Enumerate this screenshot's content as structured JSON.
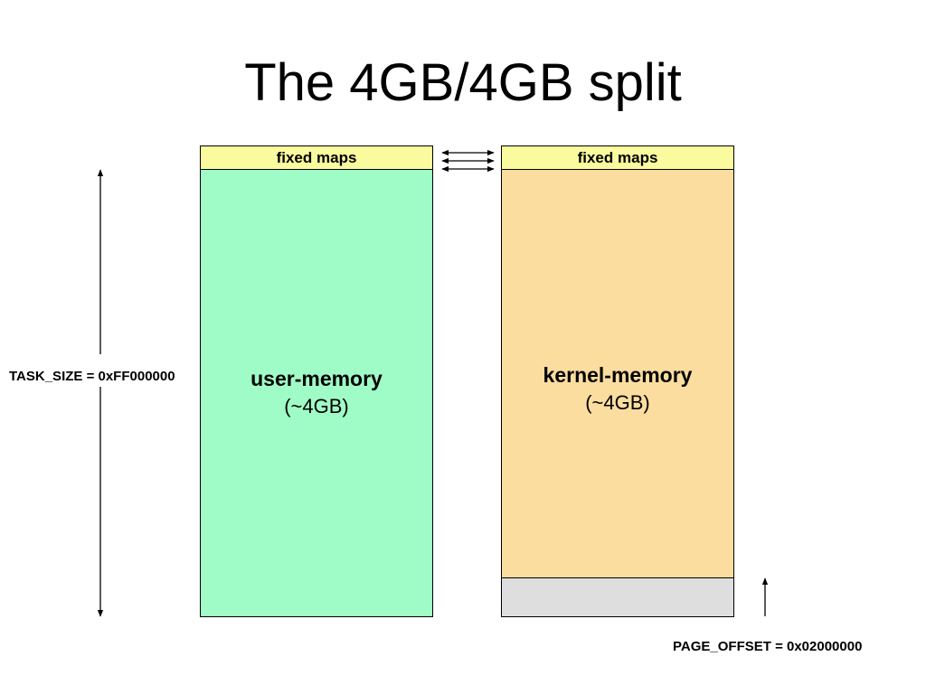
{
  "title": "The 4GB/4GB split",
  "user_column": {
    "header": "fixed maps",
    "name": "user-memory",
    "size": "(~4GB)"
  },
  "kernel_column": {
    "header": "fixed maps",
    "name": "kernel-memory",
    "size": "(~4GB)"
  },
  "labels": {
    "task_size": "TASK_SIZE = 0xFF000000",
    "page_offset": "PAGE_OFFSET = 0x02000000"
  },
  "colors": {
    "user_memory": "#a0fcc6",
    "kernel_memory": "#fbdd9f",
    "fixed_maps": "#fafa9e",
    "reserved": "#dedede"
  }
}
